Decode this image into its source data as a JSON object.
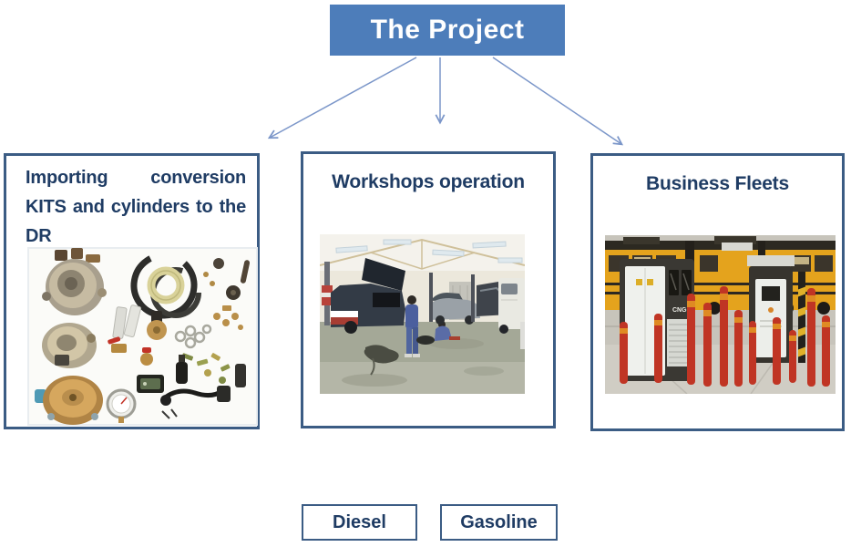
{
  "diagram": {
    "root": {
      "label": "The Project"
    },
    "branches": [
      {
        "title": "Importing conversion KITS and cylinders to the DR",
        "image": "cng-conversion-kit-parts-photo"
      },
      {
        "title": "Workshops operation",
        "image": "auto-workshop-interior-photo"
      },
      {
        "title": "Business Fleets",
        "image": "cng-fueling-station-school-buses-photo"
      }
    ],
    "fuel_types": [
      {
        "label": "Diesel"
      },
      {
        "label": "Gasoline"
      }
    ],
    "station": {
      "dispenser_label": "CNG"
    },
    "colors": {
      "root_bg": "#4d7dba",
      "root_text": "#ffffff",
      "box_border": "#3b5c84",
      "title_text": "#1f3c64",
      "arrow": "#7b96c9"
    }
  }
}
